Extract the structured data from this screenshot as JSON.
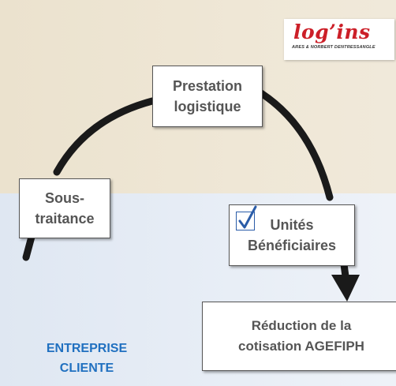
{
  "logo": {
    "brand": "log’ins",
    "tagline": "ARES & NORBERT DENTRESSANGLE"
  },
  "boxes": {
    "prestation": [
      "Prestation",
      "logistique"
    ],
    "sous_traitance": [
      "Sous-",
      "traitance"
    ],
    "unites": [
      "Unités",
      "Bénéficiaires"
    ],
    "reduction": [
      "Réduction de la",
      "cotisation AGEFIPH"
    ]
  },
  "label": [
    "ENTREPRISE",
    "CLIENTE"
  ],
  "colors": {
    "top_band": "#efe7d6",
    "bottom_band": "#e8eef6",
    "arc": "#1a1a1a",
    "box_text": "#555555",
    "label_text": "#2070c0",
    "logo_red": "#cc1f28",
    "check": "#2a5ca8"
  },
  "icons": {
    "checkbox": "checked-checkbox-icon",
    "arrow": "arrow-down-icon"
  }
}
